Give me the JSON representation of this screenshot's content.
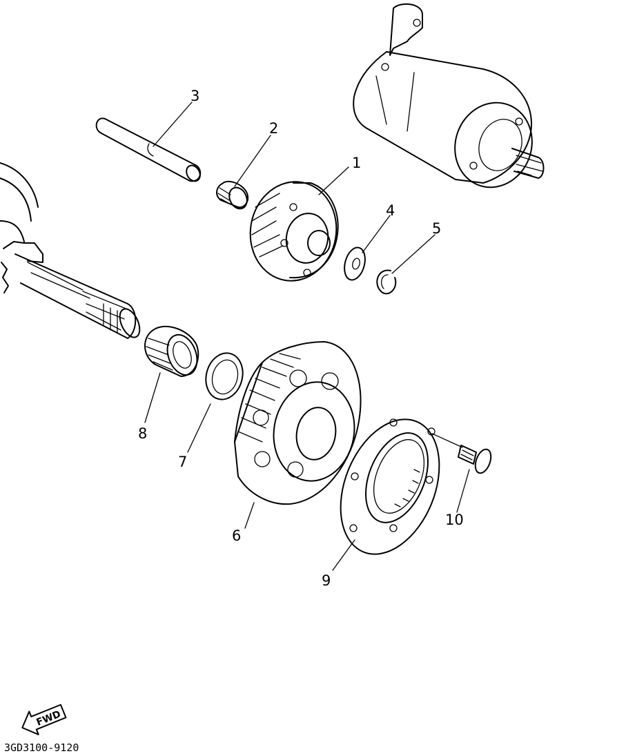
{
  "callouts": [
    {
      "id": "1",
      "label": "1"
    },
    {
      "id": "2",
      "label": "2"
    },
    {
      "id": "3",
      "label": "3"
    },
    {
      "id": "4",
      "label": "4"
    },
    {
      "id": "5",
      "label": "5"
    },
    {
      "id": "6",
      "label": "6"
    },
    {
      "id": "7",
      "label": "7"
    },
    {
      "id": "8",
      "label": "8"
    },
    {
      "id": "9",
      "label": "9"
    },
    {
      "id": "10",
      "label": "10"
    }
  ],
  "fwd_label": "FWD",
  "diagram_code": "3GD3100-9120"
}
